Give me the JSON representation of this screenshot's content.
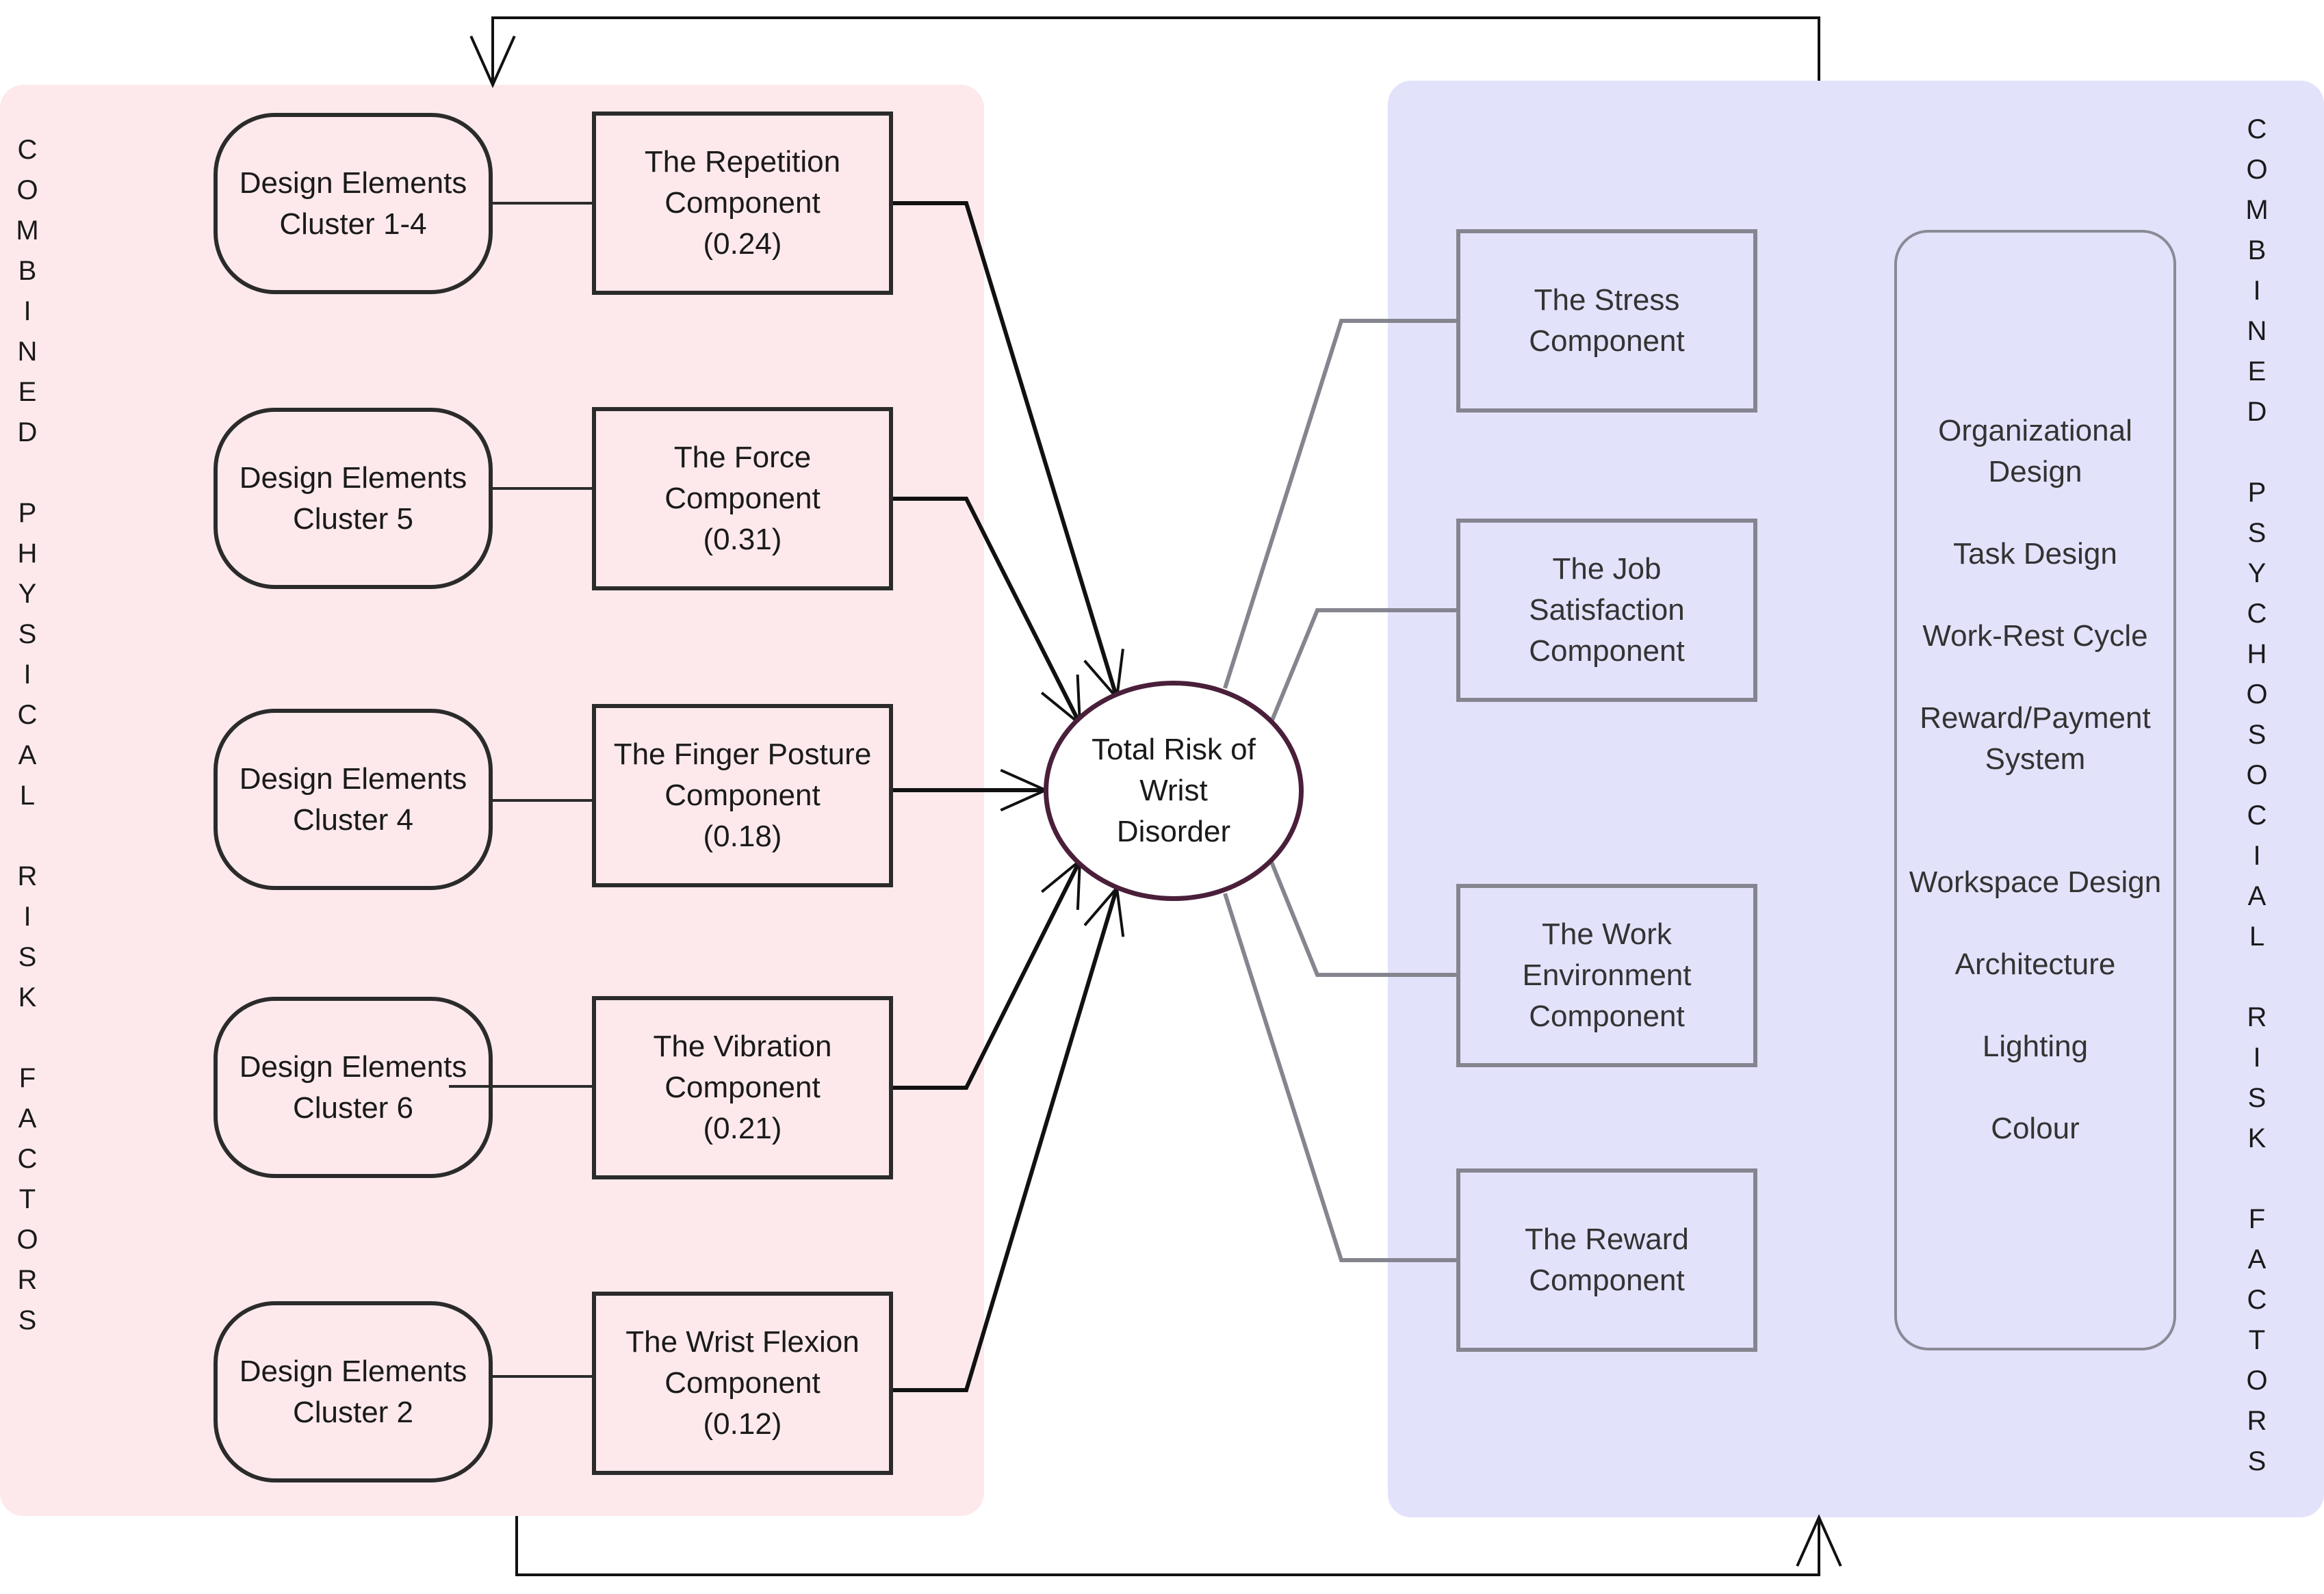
{
  "left_side_label": "COMBINED PHYSICAL RISK FACTORS",
  "right_side_label": "COMBINED PSYCHOSOCIAL RISK FACTORS",
  "center": {
    "label": "Total Risk of\nWrist\nDisorder"
  },
  "physical_rows": [
    {
      "cluster": "Design Elements\nCluster 1-4",
      "component": "The Repetition\nComponent\n(0.24)"
    },
    {
      "cluster": "Design Elements\nCluster 5",
      "component": "The Force\nComponent\n(0.31)"
    },
    {
      "cluster": "Design Elements\nCluster 4",
      "component": "The Finger Posture\nComponent\n(0.18)"
    },
    {
      "cluster": "Design Elements\nCluster 6",
      "component": "The Vibration\nComponent\n(0.21)"
    },
    {
      "cluster": "Design Elements\nCluster 2",
      "component": "The Wrist Flexion\nComponent\n(0.12)"
    }
  ],
  "psychosocial_components": [
    "The Stress\nComponent",
    "The Job\nSatisfaction\nComponent",
    "The Work\nEnvironment\nComponent",
    "The Reward\nComponent"
  ],
  "psychosocial_factors": [
    "Organizational\nDesign",
    "Task Design",
    "Work-Rest Cycle",
    "Reward/Payment\nSystem",
    "Workspace Design",
    "Architecture",
    "Lighting",
    "Colour"
  ]
}
